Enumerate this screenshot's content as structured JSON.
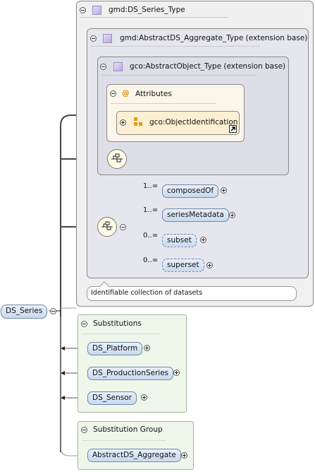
{
  "diagram": {
    "types": {
      "series_type": "gmd:DS_Series_Type",
      "aggregate_type": "gmd:AbstractDS_Aggregate_Type (extension base)",
      "object_type": "gco:AbstractObject_Type (extension base)"
    },
    "attributes": {
      "title": "Attributes",
      "at_symbol": "@",
      "item": "gco:ObjectIdentification"
    },
    "children": [
      {
        "name": "composedOf",
        "multiplicity": "1..∞"
      },
      {
        "name": "seriesMetadata",
        "multiplicity": "1..∞"
      },
      {
        "name": "subset",
        "multiplicity": "0..∞"
      },
      {
        "name": "superset",
        "multiplicity": "0..∞"
      }
    ],
    "documentation": "Identifiable collection of datasets",
    "root_element": "DS_Series",
    "substitutions": {
      "title": "Substitutions",
      "items": [
        "DS_Platform",
        "DS_ProductionSeries",
        "DS_Sensor"
      ]
    },
    "substitution_group": {
      "title": "Substitution Group",
      "item": "AbstractDS_Aggregate"
    }
  }
}
